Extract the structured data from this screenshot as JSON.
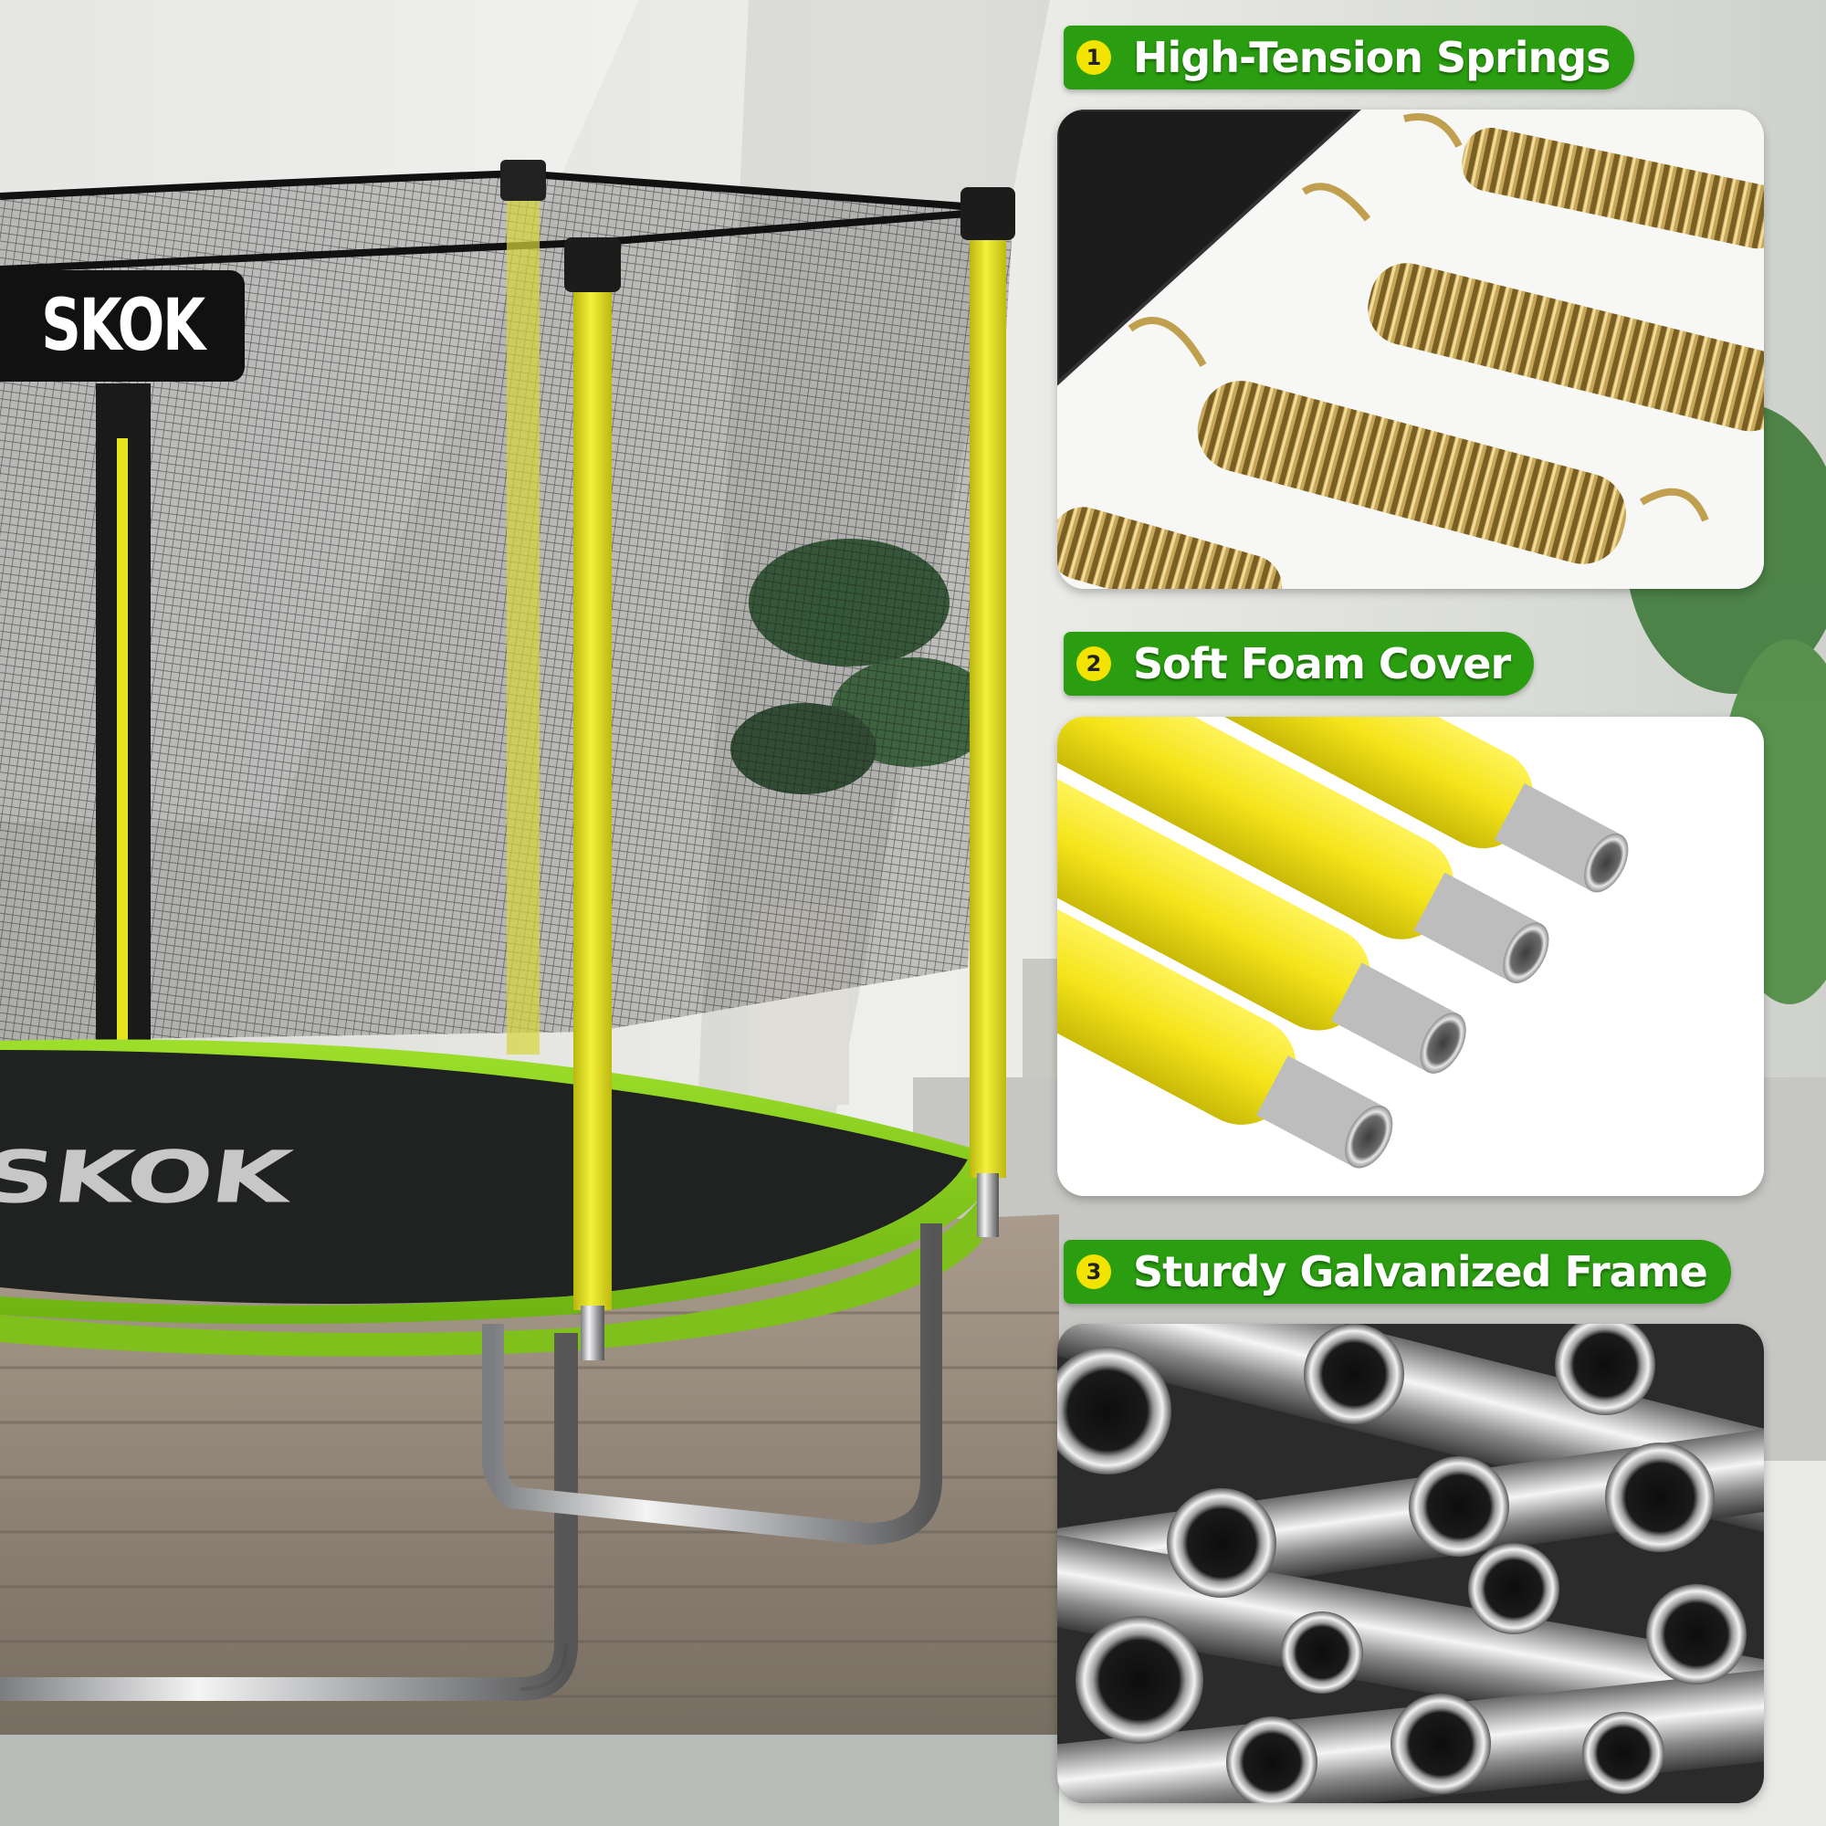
{
  "brand": {
    "badge_text": "SKOK",
    "mat_text": "SKOK"
  },
  "features": [
    {
      "number": "1",
      "title": "High-Tension Springs",
      "image_icon": "spring-icon"
    },
    {
      "number": "2",
      "title": "Soft Foam Cover",
      "image_icon": "foam-tube-icon"
    },
    {
      "number": "3",
      "title": "Sturdy Galvanized Frame",
      "image_icon": "steel-pipe-icon"
    }
  ],
  "colors": {
    "label_green": "#2a9e10",
    "number_yellow": "#f2e300",
    "pad_green": "#8ad21e",
    "pole_yellow": "#e6e41c",
    "spring_gold": "#b8964a"
  }
}
